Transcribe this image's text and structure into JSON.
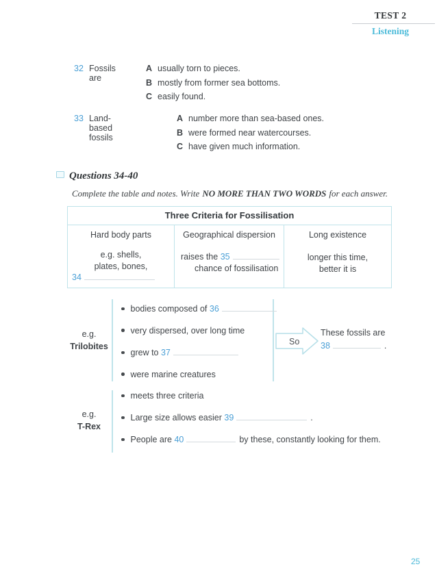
{
  "header": {
    "test_title": "TEST 2",
    "section_title": "Listening"
  },
  "mc_questions": [
    {
      "number": "32",
      "stem": "Fossils are",
      "options": [
        {
          "letter": "A",
          "text": "usually torn to pieces."
        },
        {
          "letter": "B",
          "text": "mostly from former sea bottoms."
        },
        {
          "letter": "C",
          "text": "easily found."
        }
      ]
    },
    {
      "number": "33",
      "stem": "Land-based fossils",
      "options": [
        {
          "letter": "A",
          "text": "number more than sea-based ones."
        },
        {
          "letter": "B",
          "text": "were formed near watercourses."
        },
        {
          "letter": "C",
          "text": "have given much information."
        }
      ]
    }
  ],
  "section": {
    "heading": "Questions 34-40",
    "instruction_pre": "Complete the table and notes. Write",
    "instruction_bold": "NO MORE THAN TWO WORDS",
    "instruction_post": "for each answer."
  },
  "table": {
    "title": "Three Criteria for Fossilisation",
    "columns": [
      "Hard body parts",
      "Geographical dispersion",
      "Long existence"
    ],
    "cells": {
      "hard_body": {
        "line1": "e.g. shells,",
        "line2": "plates, bones,",
        "answer_number": "34"
      },
      "dispersion": {
        "pre": "raises the",
        "answer_number": "35",
        "line2": "chance of fossilisation"
      },
      "existence": {
        "line1": "longer this time,",
        "line2": "better it is"
      }
    }
  },
  "notes": {
    "trilobites": {
      "label_line1": "e.g.",
      "label_line2": "Trilobites",
      "bullets": [
        {
          "pre": "bodies composed of",
          "answer_number": "36"
        },
        {
          "text": "very dispersed, over long time"
        },
        {
          "pre": "grew to",
          "answer_number": "37"
        },
        {
          "text": "were marine creatures"
        }
      ],
      "arrow_label": "So",
      "result_line1": "These fossils are",
      "result_answer_number": "38",
      "result_suffix": "."
    },
    "trex": {
      "label_line1": "e.g.",
      "label_line2": "T-Rex",
      "bullets": [
        {
          "text": "meets three criteria"
        },
        {
          "pre": "Large size allows easier",
          "answer_number": "39",
          "post": "."
        },
        {
          "pre": "People are",
          "answer_number": "40",
          "post": "by these, constantly looking for them."
        }
      ]
    }
  },
  "page": {
    "number": "25"
  },
  "colors": {
    "accent_blue": "#4a9fd6",
    "accent_cyan": "#4cbbd9",
    "line_cyan": "#bee3ea"
  }
}
